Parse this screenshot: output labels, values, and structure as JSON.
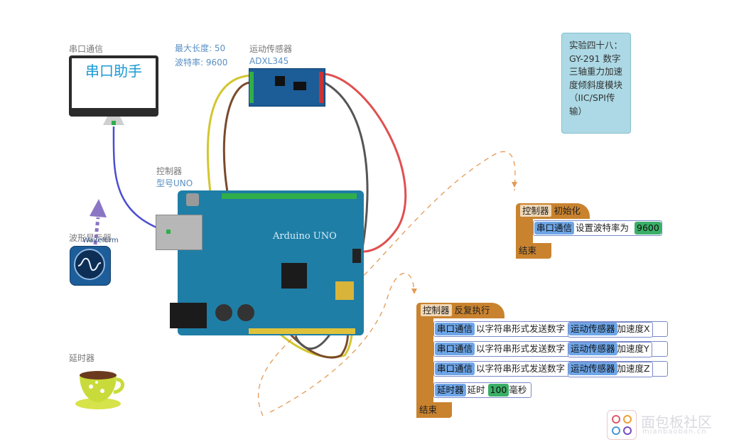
{
  "components": {
    "serial_label": "串口通信",
    "serial_screen_text": "串口助手",
    "serial_settings_maxlen": "最大长度: 50",
    "serial_settings_baud": "波特率: 9600",
    "sensor_label": "运动传感器",
    "sensor_model": "ADXL345",
    "controller_label": "控制器",
    "controller_model": "型号UNO",
    "waveform_label": "波形显示器",
    "waveform_overlay": "Waveform",
    "delay_label": "延时器",
    "board_logo": "Arduino UNO"
  },
  "note": {
    "text": "实验四十八：GY-291 数字三轴重力加速度倾斜度模块 （IIC/SPI传输）"
  },
  "blocks": {
    "init": {
      "hat_tag": "控制器",
      "hat_text": "初始化",
      "stmt_tag": "串口通信",
      "stmt_text": "设置波特率为",
      "stmt_value": "9600",
      "end": "结束"
    },
    "loop": {
      "hat_tag": "控制器",
      "hat_text": "反复执行",
      "rows": [
        {
          "tag": "串口通信",
          "text": "以字符串形式发送数字",
          "sub_tag": "运动传感器",
          "sub_text": "加速度X"
        },
        {
          "tag": "串口通信",
          "text": "以字符串形式发送数字",
          "sub_tag": "运动传感器",
          "sub_text": "加速度Y"
        },
        {
          "tag": "串口通信",
          "text": "以字符串形式发送数字",
          "sub_tag": "运动传感器",
          "sub_text": "加速度Z"
        }
      ],
      "delay": {
        "tag": "延时器",
        "text": "延时",
        "value": "100",
        "unit": "毫秒"
      },
      "end": "结束"
    }
  },
  "watermark": {
    "text": "面包板社区",
    "sub": "mianbaoban.cn"
  },
  "colors": {
    "block_orange": "#c9832f",
    "tag_blue": "#6ea6e8",
    "number_green": "#3aaf67",
    "note_bg": "#acd9e5",
    "board_blue": "#1f7ea6"
  }
}
